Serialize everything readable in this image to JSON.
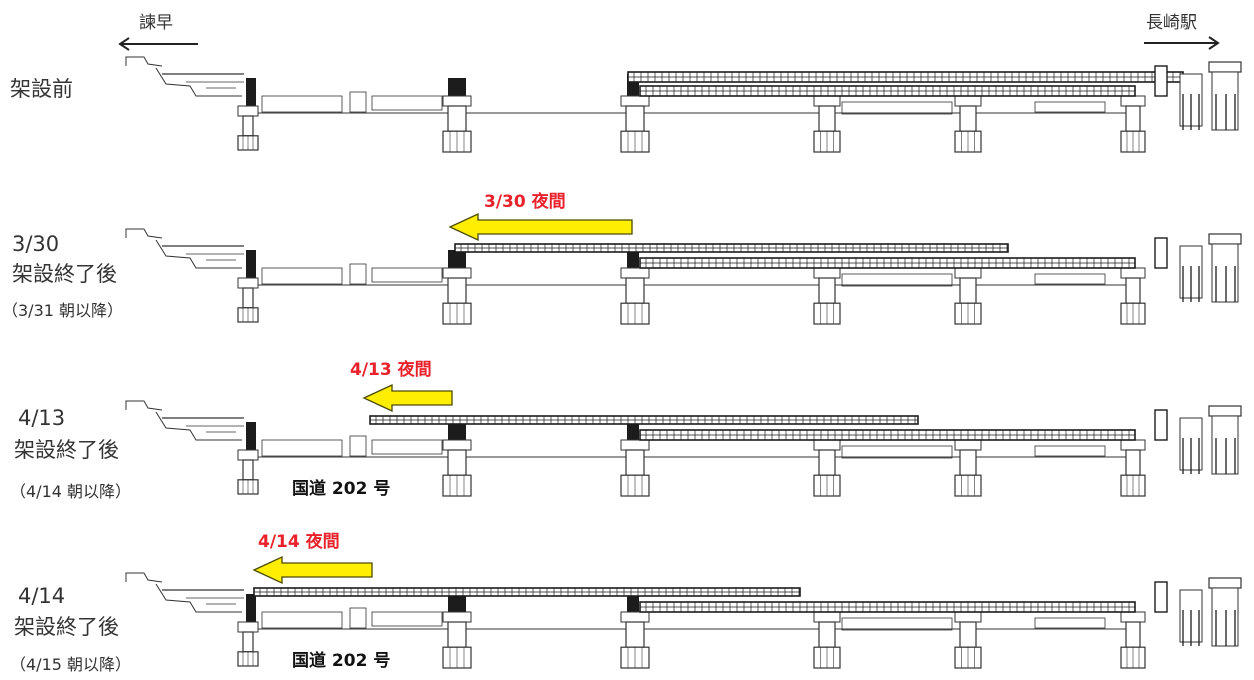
{
  "header": {
    "left_direction": "諫早",
    "right_direction": "長崎駅"
  },
  "stages": [
    {
      "name": "stage-before",
      "label_lines": [
        "架設前"
      ],
      "night_label": "",
      "road_label": ""
    },
    {
      "name": "stage-0330",
      "label_lines": [
        "3/30",
        "架設終了後",
        "（3/31 朝以降）"
      ],
      "night_label": "3/30 夜間",
      "road_label": ""
    },
    {
      "name": "stage-0413",
      "label_lines": [
        "4/13",
        "架設終了後",
        "（4/14 朝以降）"
      ],
      "night_label": "4/13 夜間",
      "road_label": "国道 202 号"
    },
    {
      "name": "stage-0414",
      "label_lines": [
        "4/14",
        "架設終了後",
        "（4/15 朝以降）"
      ],
      "night_label": "4/14 夜間",
      "road_label": "国道 202 号"
    }
  ],
  "colors": {
    "night_text": "#e8212b",
    "arrow_fill": "#ffee00",
    "arrow_stroke": "#4a4a00",
    "drawing": "#333333"
  }
}
